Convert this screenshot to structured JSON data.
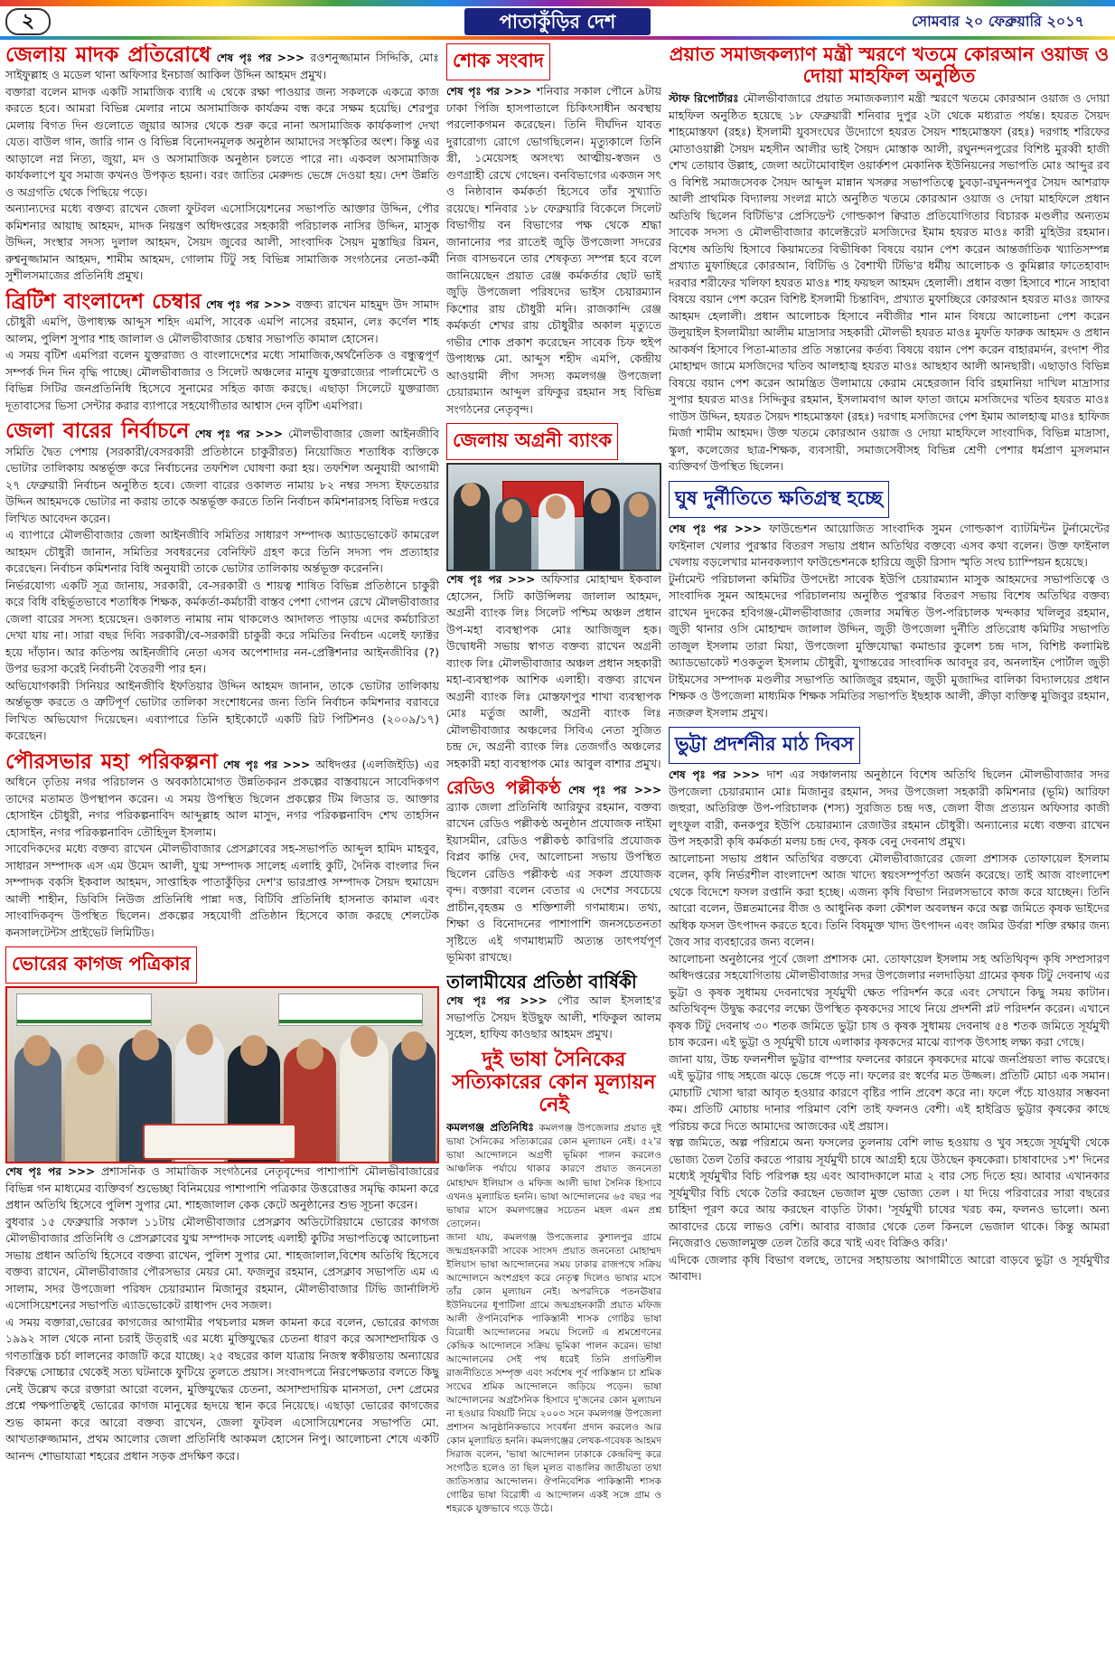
{
  "masthead": {
    "page_no": "২",
    "logo": "পাতাকুঁড়ির দেশ",
    "date": "সোমবার ২০ ফেব্রুয়ারি ২০১৭"
  },
  "col1": {
    "a1": {
      "head": "জেলায় মাদক প্রতিরোধে",
      "lead": "শেষ পৃঃ পর >>>",
      "p1": "রওশনুজ্জামান সিদ্দিকি, মোঃ সাইফুল্লাহ ও মডেল থানা অফিসার ইনচার্জ আকিল উদ্দিন আহমদ প্রমুখ।",
      "p2": "বক্তারা বলেন মাদক একটি সামাজিক ব্যাধি এ থেকে রক্ষা পাওয়ার জন্য সকলকে একত্রে কাজ করতে হবে। আমরা বিভিন্ন মেলার নামে অসামাজিক কার্যক্রম বন্ধ করে সক্ষম হয়েছি। শেরপুর মেলায় বিগত দিন গুলোতে জুয়ার আসর থেকে শুরু করে নানা অসামাজিক কার্যকলাপ দেখা যেত। বাউল গান, জারি গান ও বিভিন্ন বিনোদনমূলক অনুষ্ঠান আমাদের সংস্কৃতির অংশ। কিন্তু এর আড়ালে নগ্ন নিত্য, জুয়া, মদ ও অসামাজিক অনুষ্ঠান চলতে পারে না। একবল অসামাজিক কার্যকলাপে যুব সমাজ কখনও উপকৃত হয়না। বরং জাতির মেরুদন্ড ভেঙ্গে দেওয়া হয়। দেশ উন্নতি ও অগ্রগতি থেকে পিছিয়ে পড়ে।",
      "p3": "অন্যান্যদের মধ্যে বক্তব্য রাখেন জেলা ফুটবল এসোসিয়েশনের সভাপতি আক্তার উদ্দিন, পৌর কমিশনার আয়াছ আহমদ, মাদক নিয়ন্ত্রণ অধিদপ্তরের সহকারী পরিচালক নাসির উদ্দিন, মাসুক উদ্দিন, সংস্থার সদস্য দুলাল আহমদ, সৈয়দ জুবের আলী, সাংবাদিক সৈয়দ মুস্তাছির রিমন, রুশ্বনুজ্জামান আহমদ, শামীম আহমদ, গোলাম টিটু সহ বিভিন্ন সামাজিক সংগঠনের নেতা-কর্মী সুশীলসমাজের প্রতিনিধি প্রমুখ।"
    },
    "a2": {
      "head": "ব্রিটিশ বাংলাদেশ চেম্বার",
      "lead": "শেষ পৃঃ পর >>>",
      "p1": "বক্তব্য রাখেন মাহমুদ উদ সামাদ চৌধুরী এমপি, উপাধ্যক্ষ আব্দুস শহিদ এমপি, সাবেক এমপি নাসের রহমান, লেঃ কর্ণেল শাহ আলম, পুলিশ সুপার শাহ জালাল ও মৌলভীবাজার চেম্বার সভাপতি কামাল হোসেন।",
      "p2": "এ সময় বৃটিশ এমপিরা বলেন যুক্তরাজ্য ও বাংলাদেশের মধ্যে সামাজিক,অর্থনৈতিক ও বন্ধুত্বপূর্ণ সম্পর্ক দিন দিন বৃদ্ধি পাচ্ছে। মৌলভীবাজার ও সিলেট অঞ্চলের মানুষ যুক্তরাজ্যের পার্লামেন্টে ও বিভিন্ন সিটির জনপ্রতিনিধি হিসেবে সুনামের সহিত কাজ করছে। এছাড়া সিলেটে যুক্তরাজ্য দূতাবাসের ভিসা সেন্টার করার ব্যাপারে সহযোগীতার আশ্বাস দেন বৃটিশ এমপিরা।"
    },
    "a3": {
      "head": "জেলা বারের নির্বাচনে",
      "lead": "শেষ পৃঃ পর >>>",
      "p1": "মৌলভীবাজার জেলা আইনজীবি সমিতি দ্বৈত পেশায় (সরকারী/বেসরকারী প্রতিষ্ঠানে চাকুরীরত) নিয়োজিত শতাধিক ব্যক্তিকে ভোটার তালিকায় অন্তর্ভূক্ত করে নির্বাচনের তফশিল ঘোষণা করা হয়। তফশিল অনুযায়ী আগামী ২৭ ফেব্রুয়ারী নির্বাচন অনুষ্ঠিত হবে। জেলা বারের ওকালত নামায় ৮২ নম্বর সদস্য ইফতেয়ার উদ্দিন আহমদকে ভোটার না করায় তাকে অন্তর্ভূক্ত করতে তিনি নির্বাচন কমিশনারসহ বিভিন্ন দপ্তরে লিখিত আবেদন করেন।",
      "p2": "এ ব্যাপারে মৌলভীবাজার জেলা আইনজীবি সমিতির সাধারণ সম্পাদক অ্যাডভোকেট কামরেল আহমদ চৌধুরী জানান, সমিতির সবধরনের বেনিফিট গ্রহণ করে তিনি সদস্য পদ প্রত্যাহার করেছেন। নির্বাচন কমিশনার বিধি অনুযায়ী তাকে ভোটার তালিকায় অর্ন্তভূক্ত করেননি।",
      "p3": "নির্ভরযোগ্য একটি সূত্র জানায়, সরকারী, বে-সরকারী ও শায়ত্ব শাষিত বিভিন্ন প্রতিষ্ঠানে চাকুরী করে বিধি বহির্ভূতভাবে শতাধিক শিক্ষক, কর্মকর্তা-কর্মচারী বাস্তব পেশা গোপন রেখে মৌলভীবাজার জেলা বারের সদস্য হয়েছেন। ওকালত নামায় নাম থাকলেও আদালত পাড়ায় এদের কর্মচারিতা দেখা যায় না। সারা বছর দিব্যি সরকারী/বে-সরকারী চাকুরী করে সমিতির নির্বাচন এলেই ফ্যাক্টর হয়ে দাঁড়ান। আর কতিপয় আইনজীবি নেতা এসব অপেশাদার নন-প্রেক্টিশনার আইনজীবির (?) উপর ভরসা করেই নির্বাচনী বৈতরণী পার হন।",
      "p4": "অভিযোগকারী সিনিয়র আইনজীবি ইফতিয়ার উদ্দিন আহমদ জানান, তাকে ভোটার তালিকায় অর্ন্তভূক্ত করতে ও ত্রুটিপূর্ণ ভোটার তালিকা সংশোধনের জন্য তিনি নির্বাচন কমিশনার বরাবরে লিখিত অভিযোগ দিয়েছেন। এব্যাপারে তিনি হাইকোর্টে একটি রিট পিটিশনও (২০০৯/১৭) করেছেন।"
    },
    "a4": {
      "head": "পৌরসভার মহা পরিকল্পনা",
      "lead": "শেষ পৃঃ পর >>>",
      "p1": "অধিদপ্তর (এলজিইডি) এর অধিনে তৃতিয় নগর পরিচালন ও অবকাঠামোগত উন্নতিকরন প্রকল্পের বাস্তবায়নে সাবেদিকগণ তাদের মতামত উপস্থাপন করেন। এ সময় উপস্থিত ছিলেন প্রকল্পের টিম লিডার ড. আক্তার হোসাইন চৌধুরী, নগর পরিকল্পনাবিদ আব্দুল্লাহ আল মাসুদ, নগর পরিকল্পনাবিদ শেখ তাহসিন হোসাইন, নগর পরিকল্পনাবিদ তৌহিদুল ইসলাম।",
      "p2": "সাবেদিকদের মধ্যে বক্তব্য রাখেন মৌলভীবাজার প্রেসক্লাবের সহ-সভাপতি আব্দুল হামিদ মাহবুব, সাধারন সম্পাদক এস এম উমেদ আলী, যুগ্ম সম্পাদক সালেহ এলাহি কুটি, দৈনিক বাংলার দিন সম্পাদক বকসি ইকবাল আহমদ, সাপ্তাহিক পাতাকুঁড়ির দেশ'র ভারপ্রাপ্ত সম্পাদক সৈয়দ হুমায়েদ আলী শাহীন, ডিবিসি নিউজ প্রতিনিধি পান্না দত্ত, বিটিবি প্রতিনিধি হাসনাত কামাল এবং সাংবাদিকবৃন্দ উপস্থিত ছিলেন। প্রকল্পের সহযোগী প্রতিষ্ঠান হিসেবে কাজ করছে শেলটেক কনসালটেন্টস প্রাইভেট লিমিটিড।"
    },
    "a5": {
      "head": "ভোরের কাগজ পত্রিকার",
      "lead": "শেষ পৃঃ পর >>>",
      "p1": "প্রশাসনিক ও সামাজিক সংগঠনের নেতৃবৃন্দের পাশাপাশি মৌলভীবাজারের বিভিন্ন গন মাধ্যমের ব্যক্তিবর্গ শুভেচ্ছা বিনিময়ের পাশাপাশি পত্রিকার উত্তরোত্তর সমৃদ্ধি কামনা করে প্রধান অতিথি হিসেবে পুলিশ সুপার মো. শাহজালাল কেক কেটে অনুষ্ঠানের শুভ সূচনা করেন।",
      "p2": "বুধবার ১৫ ফেব্রুয়ারি সকাল ১১টায় মৌলভীবাজার প্রেসক্লাব অডিটোরিয়ামে ভোরের কাগজ মৌলভীবাজার প্রতিনিধি ও প্রেসক্লাবের যুগ্ম সম্পাদক সালেহ এলাহী কুটির সভাপতিত্বে আলোচনা সভায় প্রধান অতিথি হিসেবে বক্তব্য রাখেন, পুলিশ সুপার মো. শাহজালাল,বিশেষ অতিথি হিসেবে বক্তব্য রাখেন, মৌলভীবাজার পৌরসভার মেয়র মো. ফজলুর রহমান, প্রেসক্লাব সভাপতি এম এ সালাম, সদর উপজেলা পরিষদ চেয়ারম্যান মিজানুর রহমান, মৌলভীবাজার টিভি জার্নালিস্ট এসোসিয়েশনের সভাপতি এ্যাডভোকেট রাধাপদ দেব সজল।",
      "p3": "এ সময় বক্তারা,ভোরের কাগজের আগামীর পথচলার মঙ্গল কামনা করে বলেন, ভোরের কাগজ ১৯৯২ সাল থেকে নানা চরাই উত্‌রাই এর মধ্যে মুক্তিযুদ্ধের চেতনা ধারণ করে অসাম্প্রদায়িক ও গণতান্ত্রিক চর্চা লালনের কাজটি করে যাচ্ছে। ২৫ বছরের কাল যাত্রায় নিজস্ব স্বকীয়তায় অন্যায়ের বিরুদ্ধে সোচ্চার থেকেই সত্য ঘটনাকে ফুটিয়ে তুলতে প্রয়াস। সংবাদপত্রে নিরপেক্ষতার বলতে কিছু নেই উল্লেখ করে রক্তারা আরো বলেন, মুক্তিযুদ্ধের চেতনা, অসাম্প্রদায়িক মানসতা, দেশ প্রেমের প্রশ্নে পক্ষপাতিত্বই ভোরের কাগজ মানুষের হৃদয়ে স্থান করে নিয়েছে। এছাড়া ভোরের কাগজের শুভ কামনা করে আরো বক্তব্য রাখেন, জেলা ফুটবল এসোসিয়েশনের সভাপতি মো. আখতারুজ্জামান, প্রথম আলোর জেলা প্রতিনিধি আকমল হোসেন নিপু। আলোচনা শেষে একটি আনন্দ শোভাযাত্রা শহরের প্রধান সড়ক প্রদক্ষিণ করে।"
    }
  },
  "col2": {
    "a1": {
      "head": "শোক সংবাদ",
      "lead": "শেষ পৃঃ পর >>>",
      "p1": "শনিবার সকাল পৌনে ৯টায় ঢাকা পিজি হাসপাতালে চিকিৎসাধীন অবস্থায় পরলোকগমন করেছেন। তিনি দীর্ঘদিন যাবত দুরারোগ্য রোগে ভোগছিলেন। মৃত্যুকালে তিনি স্ত্রী, ১মেয়েসহ অসংখ্য আত্মীয়-স্বজন ও গুণগ্রাহী রেখে গেছেন। বনবিভাগের একজন সৎ ও নিষ্ঠাবান কর্মকর্তা হিসেবে তাঁর সুখ্যাতি রয়েছে। শনিবার ১৮ ফেব্রুয়ারি বিকেলে সিলেট বিভাগীয় বন বিভাগের পক্ষ থেকে শ্রদ্ধা জানানোর পর রাতেই জুড়ি উপজেলা সদরের নিজ বাসভবনে তার শেষকৃত্য সম্পন্ন হবে বলে জানিয়েছেন প্রয়াত রেঞ্জ কর্মকর্তার ছোট ভাই জুড়ি উপজেলা পরিষদের ভাইস চেয়ারম্যান কিশোর রায় চৌধুরী মনি। রাজকান্দি রেঞ্জ কর্মকর্তা শেখর রায় চৌধুরীর অকাল মৃত্যুতে গভীর শোক প্রকাশ করেছেন সাবেক চিফ হুইপ উপাধ্যক্ষ মো. আব্দুস শহীদ এমপি, কেন্দ্রীয় আওয়ামী লীগ সদস্য কমলগঞ্জ উপজেলা চেয়ারম্যান আব্দুল রফিকুর রহমান সহ বিভিন্ন সংগঠনের নেতৃবৃন্দ।"
    },
    "a2": {
      "head": "জেলায় অগ্রনী ব্যাংক",
      "lead": "শেষ পৃঃ পর >>>",
      "p1": "অফিসার মোহাম্মদ ইকবাল হোসেন, সিটি কাউন্সিলয় জালাল আহমদ, অগ্রনী ব্যাংক লিঃ সিলেট পশ্চিম অঞ্চল প্রধান উপ-মহা ব্যবস্থাপক মোঃ আজিজুল হক। উদ্বোধনী সভায় স্বাগত বক্তব্য রাখেন অগ্রনী ব্যাংক লিঃ মৌলভীবাজার অঞ্চল প্রধান সহকারী মহা-ব্যবস্থাপক আশিক এলাহী। বক্তব্য রাখেন অগ্রনী ব্যাংক লিঃ মোস্তফাপুর শাখা ব্যবস্থাপক মোঃ মর্তুজ আলী, অগ্রনী ব্যাংক লিঃ মৌলভীবাজার অঞ্চলের সিবিএ নেতা সুজিত চন্দ্র দে, অগ্রনী ব্যাংক লিঃ তেজগাঁও অঞ্চলের সহকারী মহা ব্যবস্থাপক মোঃ আবুল বাশার প্রমুখ।"
    },
    "a3": {
      "head": "রেডিও পল্লীকণ্ঠ",
      "lead": "শেষ পৃঃ পর >>>",
      "p1": "ব্র্যাক জেলা প্রতিনিধি আরিফুর রহমান, বক্তব্য রাখেন রেডিও পল্লীকণ্ঠ অনুষ্ঠান প্রযোজক নাইমা ইয়াসমীন, রেডিও পল্লীকণ্ঠ কারিগরি প্রযোজক বিপ্লব কান্তি দেব, আলোচনা সভায় উপস্থিত ছিলেন রেডিও পল্লীকণ্ঠ এর সকল প্রযোজক বৃন্দ। বক্তারা বলেন বেতার এ দেশের সবচেয়ে প্রাচীন,বৃহত্তম ও শক্তিশালী গণমাধ্যম। তথ্য, শিক্ষা ও বিনোদনের পাশাপাশি জনসচেতনতা সৃষ্টিতে এই গণমাধ্যমটি অত্যন্ত তাৎপর্যপূর্ণ ভূমিকা রাখছে।"
    },
    "a4": {
      "head": "তালামীযের প্রতিষ্ঠা বার্ষিকী",
      "lead": "শেষ পৃঃ পর >>>",
      "p1": "পৌর আল ইসলাহ'র সভাপতি সৈয়দ ইউছুফ আলী, শফিকুল আলম সুহেল, হাফিয কাওছার আহমদ প্রমুখ।"
    },
    "a5": {
      "head": "দুই ভাষা সৈনিকের সত্যিকারের কোন মূল্যায়ন নেই",
      "lead": "কমলগঞ্জ প্রতিনিধিঃ",
      "p1": "কমলগঞ্জ উপজেলার প্রয়াত দুই ভাষা সৈনিকের সত্যিকারের কোন মূল্যায়ন নেই। ৫২'র ভাষা আন্দোলনে অগ্রণী ভূমিকা পালন করলেও আঞ্চলিক পর্যায়ে থাকার কারণে প্রয়াত জননেতা মোহাম্মদ ইলিয়াস ও মফিজ আলী ভাষা সৈনিক হিসাবে এখনও মূল্যায়িত হননি। ভাষা আন্দোলনের ৬৫ বছর পর ভাষার মাসে কমলগঞ্জের সচেতন মহল এমন প্রশ্ন তোলেন।",
      "p2": "জানা যায়, কমলগঞ্জ উপজেলার কুশালপুর গ্রামে জন্মগ্রহনকারী সাবেক সাংসদ প্রয়াত জননেতা মোহাম্মদ ইলিয়াস ভাষা আন্দোলনের সময় ঢাকার রাজপথে সক্রিয় আন্দোলনে অংশগ্রহণ করে নেতৃত্ব দিলেও ভাষার মাসে তাঁর কোন মূল্যায়ন নেই। অপরদিকে পতনঊষার ইউনিয়নের ধূপাটিলা গ্রামে জন্মগ্রহনকারী প্রয়াত মফিজ আলী ঔপনিবেশিক পাকিস্তানী শাসক গোষ্ঠির ভাষা বিরোধী আন্দোলনের সময়ে সিলেট এ শ্রমশ্রেণনের কেন্দ্রিক আন্দোলনে সক্রিয় ভূমিকা পালন করেন। ভাষা আন্দোলনের সেই পথ ধরেই তিনি প্রগতিশীল রাজনীতিতে সম্পৃক্ত এবং সর্বশেষ পূর্ব পাকিস্তান চা শ্রমিক সংঘের শ্রমিক আন্দোলনে জড়িয়ে পড়েন। ভাষা আন্দোলনের অগ্রসৈনিক হিসাবে দু'জনের কোন মূল্যায়ন না হওয়ার বিষয়টি নিয়ে ২০০৩ সনে কমলগঞ্জ উপজেলা প্রশাসন আনুষ্ঠানিকভাবে সংবর্ধনা প্রদান করলেও আর কোন মূল্যায়িত হননি। কমলগঞ্জের লেখক-গবেষক আহমদ সিরাজ বলেন, 'ভাষা আন্দোলন ঢাকাকে কেন্দ্রবিন্দু করে সংগঠিত হলেও তা ছিল মূলত বাঙালির জাতীয়তা তথা জাতিসত্তার আন্দোলন। ঔপনিবেশিক পাকিস্তানী শাসক গোষ্ঠির ভাষা বিরোধী এ আন্দোলন একই সঙ্গে গ্রাম ও শহরকে যুক্তভাবে গড়ে উঠে।"
    }
  },
  "col3": {
    "a1": {
      "head": "প্রয়াত সমাজকল্যাণ মন্ত্রী স্মরণে খতমে কোরআন ওয়াজ ও দোয়া মাহফিল অনুষ্ঠিত",
      "lead": "স্টাফ রিপোর্টারঃ",
      "p1": "মৌলভীবাজারে প্রয়াত সমাজকল্যাণ মন্ত্রী স্মরণে খতমে কোরআন ওয়াজ ও দোয়া মাহফিল অনুষ্ঠিত হয়েছে ১৮ ফেব্রুয়ারী শনিবার দুপুর ২টা থেকে মধ্যরাত পর্যন্ত। হযরত সৈয়দ শাহমোস্তফা (রহঃ) ইসলামী যুবসংঘের উদ্যোগে হযরত সৈয়দ শাহমোস্তফা (রহঃ) দরগাহ শরিফের মোতাওয়াল্লী সৈয়দ মহসীন আলীর ভাই সৈয়দ মোস্তাক আলী, রঘুনন্দনপুরের বিশিষ্ট মুরব্বী হাজী শেখ তোয়াব উল্লাহ, জেলা অটোমোবাইল ওয়ার্কশপ মেকানিক ইউনিয়নের সভাপতি মোঃ আব্দুর রব ও বিশিষ্ট সমাজসেবক সৈয়দ আব্দুল মান্নান খসরুর সভাপতিত্বে চুবড়া-রঘুনন্দনপুর সৈয়দ আশরাফ আলী প্রাথমিক বিদ্যালয় সংলগ্ন মাঠে অনুষ্ঠিত খতমে কোরআন ওয়াজ ও দোয়া মাহফিলে প্রধান অতিথি ছিলেন বিটিভি'র প্রেসিডেন্ট গোল্ডকাপ ক্বিরাত প্রতিযোগিতার বিচারক মণ্ডলীর অন্যতম সাবেক সদস্য ও মৌলভীবাজার কালেক্টরেট মসজিদের ইমাম হযরত মাওঃ কারী মুহিউর রহমান। বিশেষ অতিথি হিসাবে কিয়ামতের বিভীষিকা বিষয়ে বয়ান পেশ করেন আন্তর্জাতিক খ্যাতিসম্পন্ন প্রখ্যাত মুফাচ্ছিরে কোরআন, বিটিভি ও বৈশাখী টিভি'র ধর্মীয় আলোচক ও কুমিল্লার ফাতেহাবাদ দরবার শরীফের খলিফা হযরত মাওঃ শাহ ফয়ছল আহমদ হেলালী। প্রধান বক্তা হিসাবে শানে সাহাবা বিষয়ে বয়ান পেশ করেন বিশিষ্ট ইসলামী চিন্তাবিদ, প্রখ্যাত মুফাচ্ছিরে কোরআন হযরত মাওঃ জাফর আহমদ হেলালী। প্রধান আলোচক হিসাবে নবীজীর শান মান বিষয়ে আলোচনা পেশ করেন উলুয়াইল ইসলামীয়া আলীম মাদ্রাসার সহকারী মৌলভী হযরত মাওঃ মুফতি ফারুক আহমদ ও প্রধান আকর্ষণ হিসাবে পিতা-মাতার প্রতি সন্তানের কর্তব্য বিষয়ে বয়ান পেশ করেন বাহারমর্দন, রংদাশ পীর মোহাম্মদ জামে মসজিদের খতিব আলহাজ্ব হযরত মাওঃ আছহাব আলী আনছারী। এছাড়াও বিভিন্ন বিষয়ে বয়ান পেশ করেন আমন্ত্রিত উলামায়ে কেরাম মেহেরজান বিবি রহমানিয়া দাখিল মাদ্রাসার সুপার হযরত মাওঃ সিদ্দিকুর রহমান, ইসলামবাগ আল ফাতা জামে মসজিদের খতিব হযরত মাওঃ গাউস উদ্দিন, হযরত সৈয়দ শাহমোস্তফা (রহঃ) দরগাহ মসজিদের পেশ ইমাম আলহাজ্ব মাওঃ হাফিজ মির্জা শামীম আহমদ। উক্ত খতমে কোরআন ওয়াজ ও দোয়া মাহফিলে সাংবাদিক, বিভিন্ন মাদ্রাসা, স্কুল, কলেজের ছাত্র-শিক্ষক, ব্যবসায়ী, সমাজসেবীসহ বিভিন্ন শ্রেণী পেশার ধর্মপ্রাণ মুসলমান ব্যক্তিবর্গ উপস্থিত ছিলেন।"
    },
    "a2": {
      "head": "ঘুষ দুর্নীতিতে ক্ষতিগ্রস্থ হচ্ছে",
      "lead": "শেষ পৃঃ পর >>>",
      "p1": "ফাউন্ডেশন আয়োজিত সাংবাদিক সুমন গোল্ডকাপ ব্যাটমিন্টন টুর্নামেন্টের ফাইনাল খেলার পুরস্কার বিতরণ সভায় প্রধান অতিথির বক্তব্যে এসব কথা বলেন। উক্ত ফাইনাল খেলায় বড়লেখার মানবকল্যাণ ফাউন্ডেশনকে হারিয়ে জুড়ী রিসাদ স্মৃতি সংঘ চ্যাম্পিয়ন হয়েছে।",
      "p2": "টুর্নামেন্ট পরিচালনা কমিটির উপদেষ্টা সাবেক ইউপি চেয়ারম্যান মাসুক আহমদের সভাপতিত্বে ও সাংবাদিক সুমন আহমদের পরিচালনায় অনুষ্ঠিত পুরস্কার বিতরণ সভায় বিশেষ অতিথির বক্তব্য রাখেন দুদকের হবিগঞ্জ-মৌলভীবাজার জেলার সমন্বিত উপ-পরিচালক খন্দকার খলিলুর রহমান, জুড়ী থানার ওসি মোহাম্মদ জালাল উদ্দিন, জুড়ী উপজেলা দুর্নীতি প্রতিরোধ কমিটির সভাপতি তাজুল ইসলাম তারা মিয়া, উপজেলা মুক্তিযোদ্ধা কমান্ডার কুলেশ চন্দ্র দাস, বিশিষ্ট কলামিষ্ট অ্যাডভোকেট শওকতুল ইসলাম চৌধুরী, যুগান্তরের সাংবাদিক আবদুর রব, অনলাইন পোর্টাল জুড়ী টাইমসের সম্পাদক মণ্ডলীর সভাপতি আজিজুর রহমান, জুড়ী মুজাদ্দির বালিকা বিদ্যালয়ের প্রধান শিক্ষক ও উপজেলা মাধ্যমিক শিক্ষক সমিতির সভাপতি ইছহাক আলী, ক্রীড়া ব্যক্তিত্ব মুজিবুর রহমান, নজরুল ইসলাম প্রমুখ।"
    },
    "a3": {
      "head": "ভুট্টা প্রদর্শনীর মাঠ দিবস",
      "lead": "শেষ পৃঃ পর >>>",
      "p1": "দাশ এর সঞ্চালনায় অনুষ্ঠানে বিশেষ অতিথি ছিলেন মৌলভীবাজার সদর উপজেলা চেয়ারম্যান মোঃ মিজানুর রহমান, সদর উপজেলা সহকারী কমিশনার (ভূমি) আরিফা জহুরা, অতিরিক্ত উপ-পরিচালক (শস্য) সুরজিত চন্দ্র দত্ত, জেলা বীজ প্রত্যয়ন অফিসার কাজী লুৎফুল বারী, কনকপুর ইউপি চেয়ারম্যান রেজাউর রহমান চৌধুরী। অন্যান্যের মধ্যে বক্তব্য রাখেন উপ সহকারী কৃষি কর্মকর্তা মলয় চন্দ্র দেব, কৃষক বেনু দেবনাথ প্রমুখ।",
      "p2": "আলোচনা সভায় প্রধান অতিথির বক্তব্যে মৌলভীবাজারের জেলা প্রশাসক তোফায়েল ইসলাম বলেন, কৃষি নির্ভরশীল বাংলাদেশ আজ খাদ্যে স্বয়ংসম্পূর্ণতা অর্জন করেছে। তাই আজ বাংলাদেশ থেকে বিদেশে ফসল রপ্তানি করা হচ্ছে। এজন্য কৃষি বিভাগ নিরলসভাবে কাজ করে যাচ্ছেন। তিনি আরো বলেন, উন্নতমানের বীজ ও আধুনিক কলা কৌশল অবলম্বন করে অল্প জমিতে কৃষক ভাইদের অধিক ফসল উৎপাদন করতে হবে। তিনি বিষমুক্ত খাদ্য উৎপাদন এবং জমির উর্বরা শক্তি রক্ষার জন্য জৈব সার ব্যবহারের জন্য বলেন।",
      "p3": "আলোচনা অনুষ্ঠানের পূর্বে জেলা প্রশাসক মো. তোফায়েল ইসলাম সহ অতিথিবৃন্দ কৃষি সম্প্রসারণ অধিদপ্তরের সহযোগিতায় মৌলভীবাজার সদর উপজেলার নলদাড়িয়া গ্রামের কৃষক টিটু দেবনাথ এর ভুট্টা ও কৃষক সুধাময় দেবনাথের সূর্যমুখী ক্ষেত পরিদর্শন করে এবং সেখানে কিছু সময় কাটান। অতিথিবৃন্দ উদ্বুদ্ধ করণের লক্ষ্যে উপস্থিত কৃষকদের সাথে নিয়ে প্রদর্শনী প্লট পরিদর্শন করেন। এখানে কৃষক টিটু দেবনাথ ৩০ শতক জমিতে ভুট্টা চাষ ও কৃষক সুধাময় দেবনাথ ৫৪ শতক জমিতে সূর্যমুখী চাষ করেন। এই ভুট্টা ও সূর্যমুখী চাষে এলাকার কৃষকদের মাঝে ব্যাপক উৎসাহ লক্ষ্য করা গেছে।",
      "p4": "জানা যায়, উচ্চ ফলনশীল ভুট্টার বাম্পার ফলনের কারনে কৃষকদের মাঝে জনপ্রিয়তা লাভ করেছে। এই ভুট্টার গাছ সহজে ঝড়ে ভেঙ্গে পড়ে না। ফলের রং স্বর্ণের মত উজ্জল। প্রতিটি মোচা এক সমান। মোচাটি খোসা দ্বারা আবৃত হওয়ার কারণে বৃষ্টির পানি প্রবেশ করে না। ফলে পঁচে যাওয়ার সম্ভবনা কম। প্রতিটি মোচায় দানার পরিমাণ বেশি তাই ফলনও বেশী। এই হাইব্রিড ভুট্টার কৃষকের কাছে পরিচয় করে দিতে আমাদের আজকের এই প্রয়াস।",
      "p5": "স্বল্প জমিতে, অল্প পরিশ্রমে অন্য ফসলের তুলনায় বেশি লাভ হওয়ায় ও খুব সহজে সূর্যমুখী থেকে ভোজ্য তৈল তৈরি করতে পারায় সূর্যমুখী চাষে আগ্রহী হয়ে উঠছেন কৃষকেরা। চাষাবাদের ১শ' দিনের মধ্যেই সূর্যমুখীর বিচি পরিপক্ক হয় এবং আবাদকালে মাত্র ২ বার সেচ দিতে হয়। আবার এখানকার সূর্যমুখীর বিচি থেকে তৈরি করছেন ভেজাল মুক্ত ভোজ্য তেল । যা দিয়ে পরিবারের সারা বছরের চাহিদা পূরণ করে আয় করছেন বাড়তি টাকা। 'সূর্যমুখী চাষের খরচ কম, ফলনও ভালো। অন্য আবাদের চেয়ে লাভও বেশি। আবার বাজার থেকে তেল কিনলে ভেজাল থাকে। কিন্তু আমরা নিজেরাও ভেজালমুক্ত তেল তৈরি করে খাই এবং বিক্রিও করি।'",
      "p6": "এদিকে জেলার কৃষি বিভাগ বলছে, তাদের সহায়তায় আগামীতে আরো বাড়বে ভুট্টা ও সূর্যমুখীর আবাদ।"
    }
  },
  "colors": {
    "headline_red": "#d60000",
    "headline_blue": "#0b1f8f",
    "headline_green": "#0a7a2a"
  }
}
